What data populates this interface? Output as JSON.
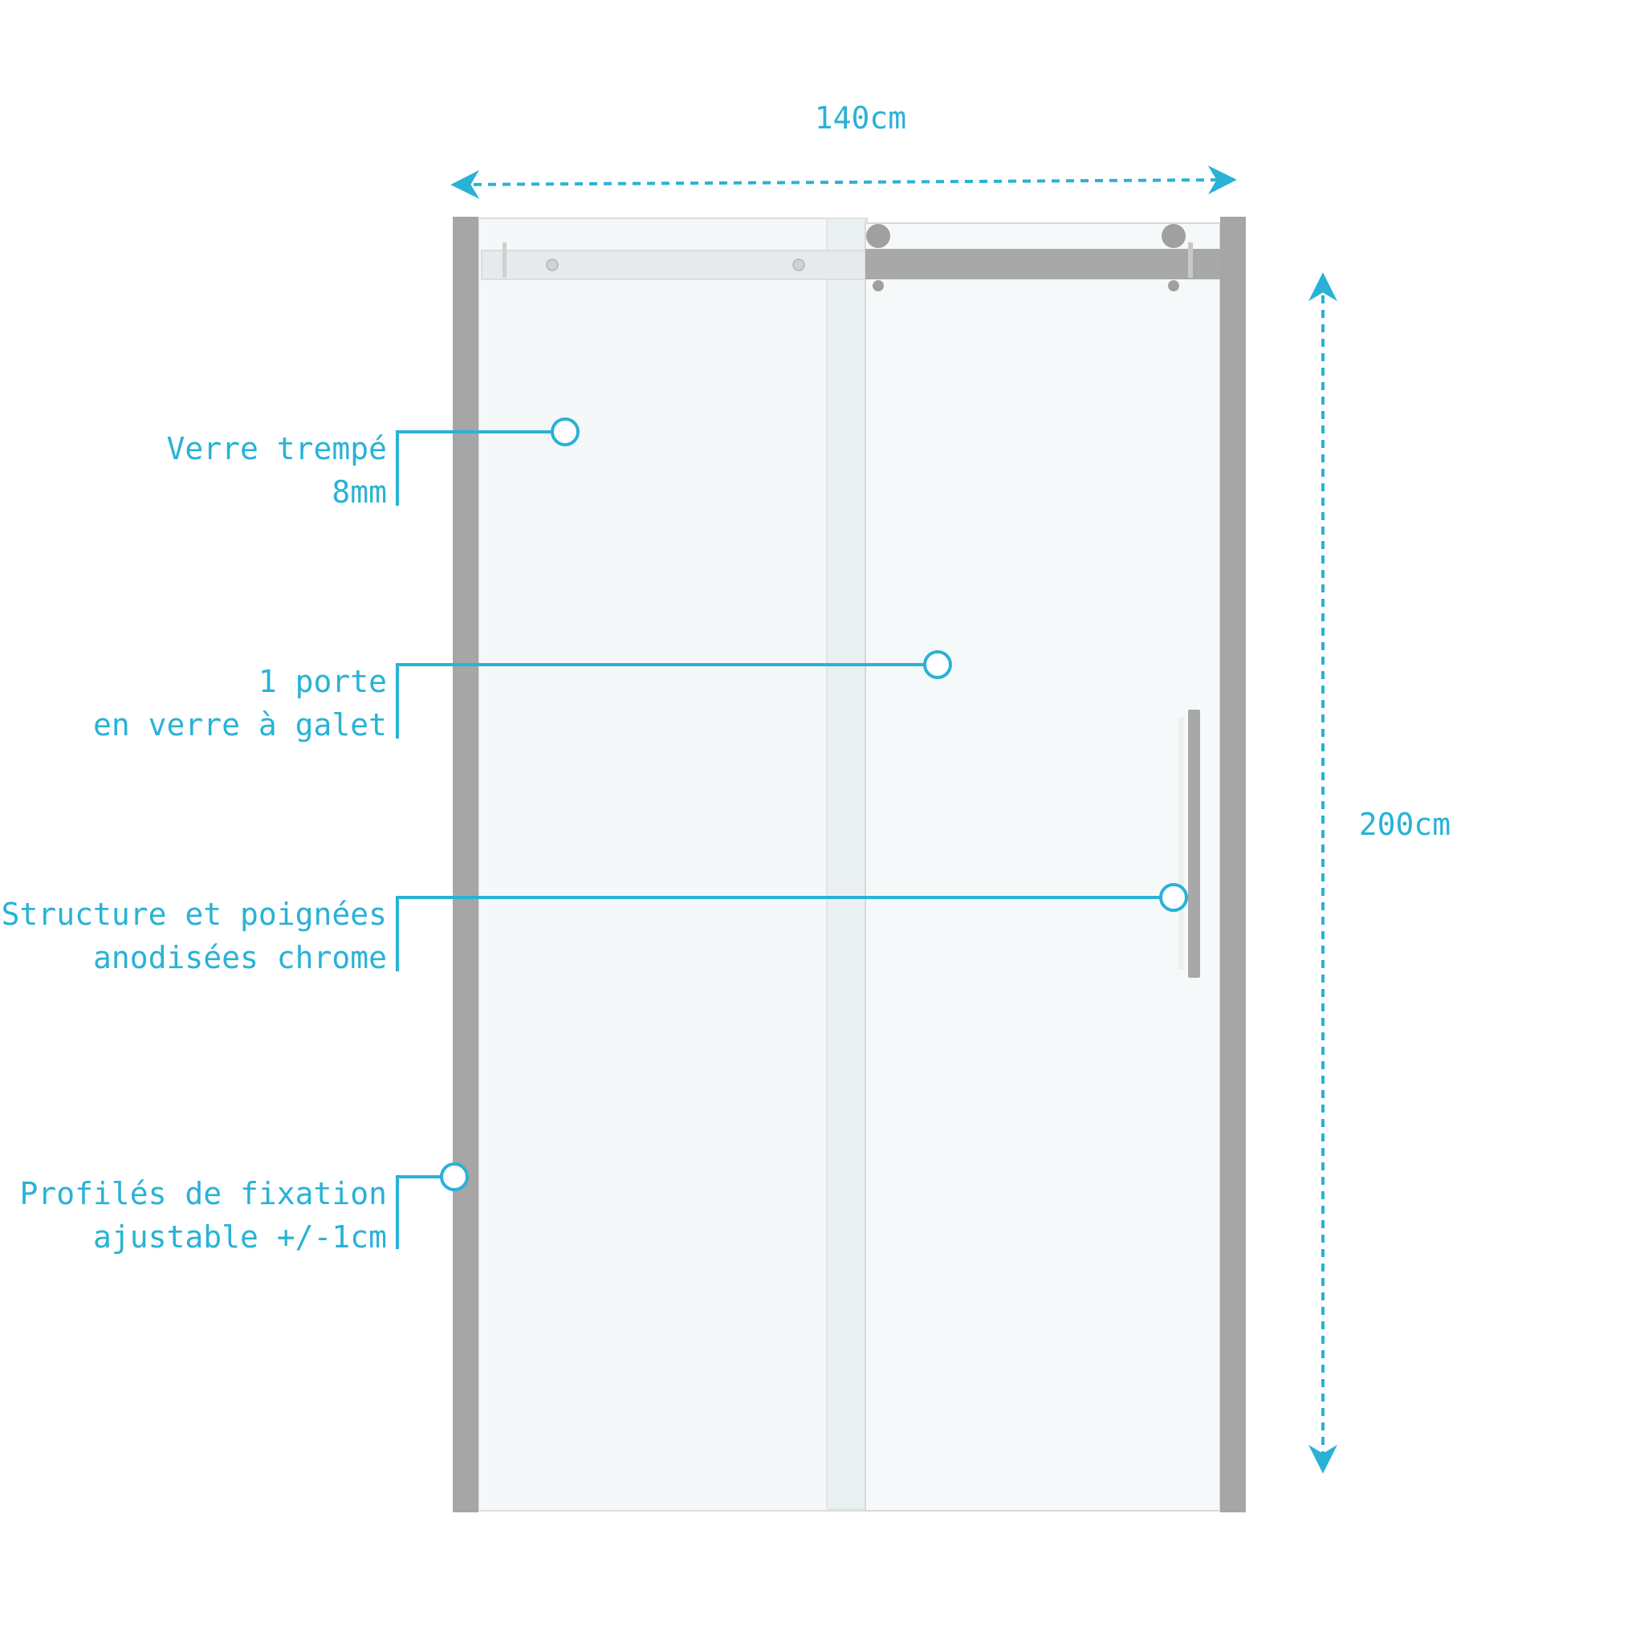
{
  "dimensions": {
    "width": "140cm",
    "height": "200cm"
  },
  "callouts": [
    {
      "line1": "Verre trempé",
      "line2": "8mm"
    },
    {
      "line1": "1 porte",
      "line2": "en verre à galet"
    },
    {
      "line1": "Structure et poignées",
      "line2": "anodisées chrome"
    },
    {
      "line1": "Profilés de fixation",
      "line2": "ajustable +/-1cm"
    }
  ],
  "colors": {
    "accent": "#29b2d6",
    "frame": "#a6a6a6",
    "glass": "#f4f8f9",
    "glass_edge": "#dcdcdc"
  }
}
